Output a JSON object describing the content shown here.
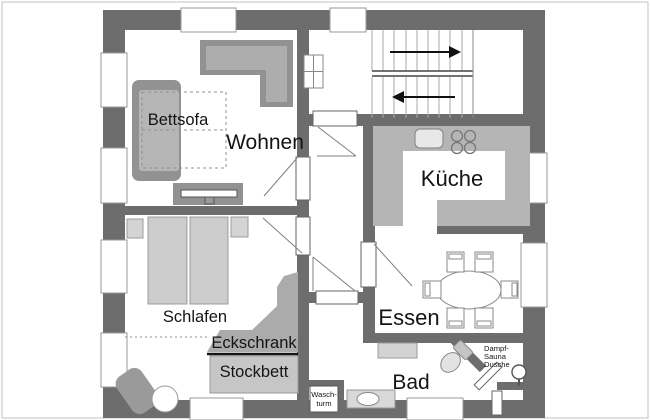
{
  "plan_title": "apartment-floor-plan",
  "rooms": {
    "living": "Wohnen",
    "kitchen": "Küche",
    "dining": "Essen",
    "sleeping": "Schlafen",
    "bath": "Bad"
  },
  "furniture": {
    "bed_sofa": "Bettsofa",
    "corner_wardrobe": "Eckschrank",
    "bunk_bed": "Stockbett"
  },
  "labels": {
    "wash_tower_line1": "Wasch-",
    "wash_tower_line2": "turm",
    "steam_sauna_line1": "Dampf-",
    "steam_sauna_line2": "Sauna",
    "steam_sauna_line3": "Dusche"
  },
  "stairs": {
    "upper_flight_arrow": "right",
    "lower_flight_arrow": "left"
  },
  "colors": {
    "wall": "#6d6d6d",
    "furniture_dark": "#929292",
    "furniture_mid": "#ababab",
    "furniture_light": "#c8c8c8",
    "counter": "#b5b5b5",
    "background": "#ffffff",
    "text": "#141414"
  }
}
